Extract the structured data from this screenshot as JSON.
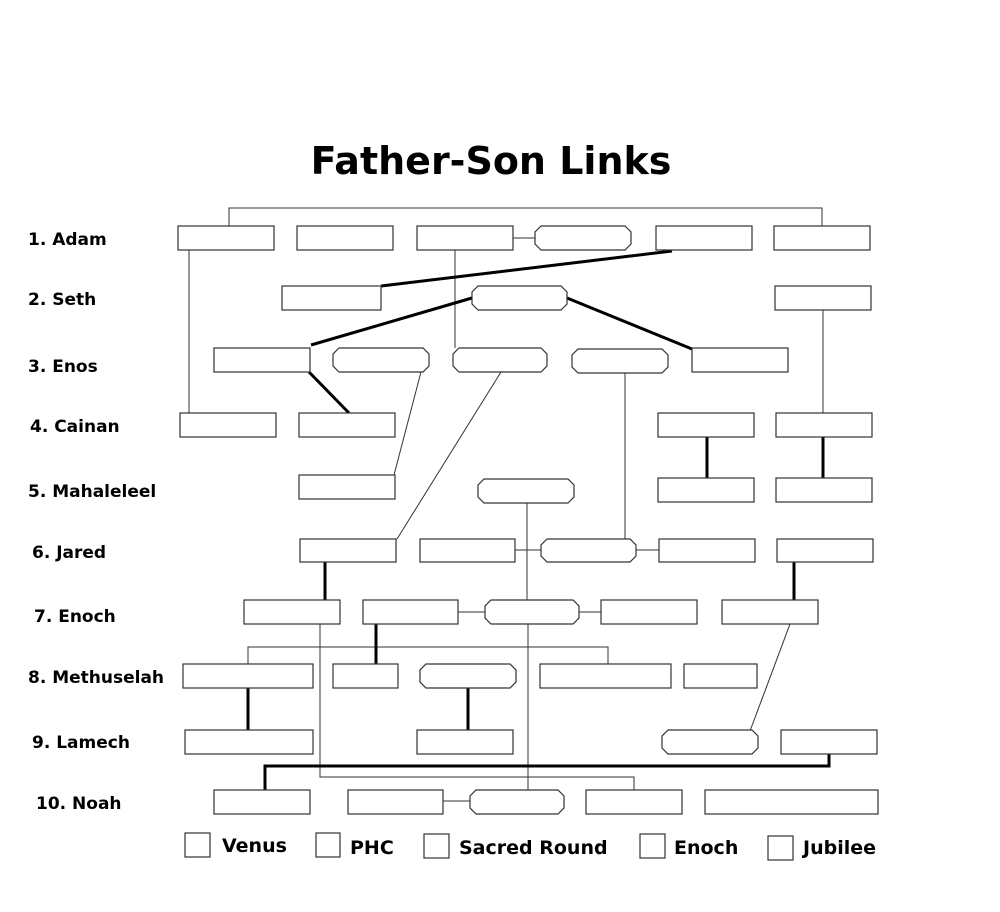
{
  "title": "Father-Son Links",
  "generations": [
    "1. Adam",
    "2. Seth",
    "3. Enos",
    "4. Cainan",
    "5. Mahaleleel",
    "6. Jared",
    "7. Enoch",
    "8. Methuselah",
    "9. Lamech",
    "10. Noah"
  ],
  "legend": [
    "Venus",
    "PHC",
    "Sacred Round",
    "Enoch",
    "Jubilee"
  ],
  "colors": {
    "line": "#333333",
    "thick_line": "#000000",
    "box_fill": "#ffffff"
  }
}
